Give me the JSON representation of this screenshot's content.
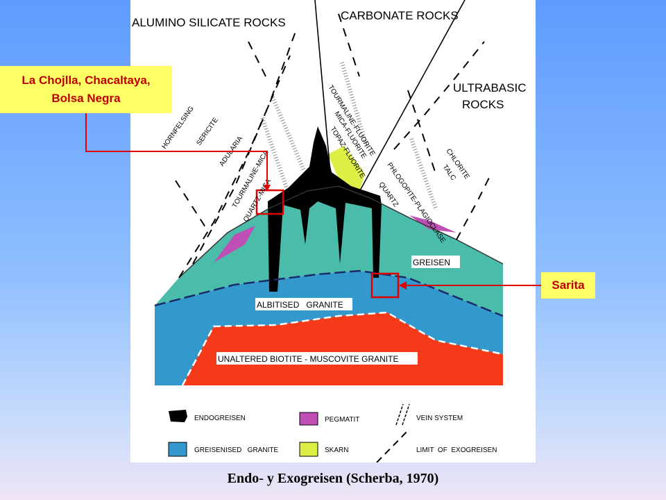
{
  "colors": {
    "greisen": "#4bbcaa",
    "albitised": "#3399cc",
    "unaltered": "#f43a18",
    "pegmatit": "#bf4fb4",
    "skarn": "#ddee44",
    "endogreisen": "#000000",
    "callout_bg": "#ffff66",
    "callout_text": "#c00000"
  },
  "zones": {
    "alumino": "ALUMINO SILICATE ROCKS",
    "carbonate": "CARBONATE ROCKS",
    "ultrabasic_1": "ULTRABASIC",
    "ultrabasic_2": "ROCKS",
    "greisen": "GREISEN",
    "albitised": "ALBITISED   GRANITE",
    "unaltered": "UNALTERED BIOTITE - MUSCOVITE GRANITE"
  },
  "alteration_labels": {
    "hornfelsing": "HORNFELSING",
    "sericite": "SERICITE",
    "adularia": "ADULARIA",
    "tourmaline_mica": "TOURMALINE-MICA",
    "quartz_mica": "QUARTZ-MICA",
    "tourmaline_fluorite": "TOURMALINE-FLUORITE",
    "mica_fluorite": "MICA-FLUORITE",
    "topaz_fluorite": "TOPAZ-FLUORITE",
    "phlogopite": "PHLOGOPITE-PLAGIOCLASE",
    "quartz": "QUARTZ",
    "chlorite": "CHLORITE",
    "talc": "TALC"
  },
  "legend": {
    "endogreisen": "ENDOGREISEN",
    "pegmatit": "PEGMATIT",
    "vein_system": "VEIN SYSTEM",
    "greisenised_granite": "GREISENISED   GRANITE",
    "skarn": "SKARN",
    "limit_exogreisen": "LIMIT  OF  EXOGREISEN"
  },
  "callouts": {
    "chojlla_line1": "La Chojlla, Chacaltaya,",
    "chojlla_line2": "Bolsa Negra",
    "sarita": "Sarita"
  },
  "caption": "Endo- y Exogreisen (Scherba, 1970)"
}
